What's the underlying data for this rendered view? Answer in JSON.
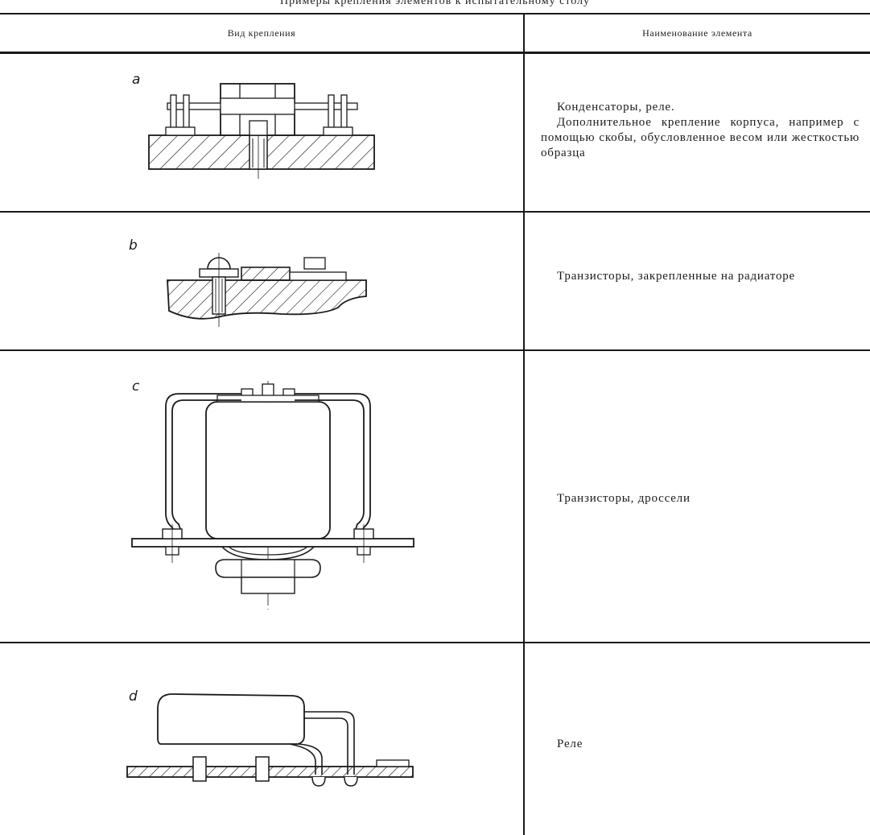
{
  "table": {
    "caption": "Примеры крепления элементов к испытательному столу",
    "headers": {
      "view": "Вид крепления",
      "name": "Наименование элемента"
    },
    "rows": [
      {
        "letter": "a",
        "lines": [
          "Конденсаторы, реле.",
          "Дополнительное крепление корпуса, например с помощью скобы, обусловленное весом или жесткостью образца"
        ]
      },
      {
        "letter": "b",
        "lines": [
          "Транзисторы, закрепленные на радиаторе"
        ]
      },
      {
        "letter": "c",
        "lines": [
          "Транзисторы, дроссели"
        ]
      },
      {
        "letter": "d",
        "lines": [
          "Реле"
        ]
      }
    ]
  }
}
